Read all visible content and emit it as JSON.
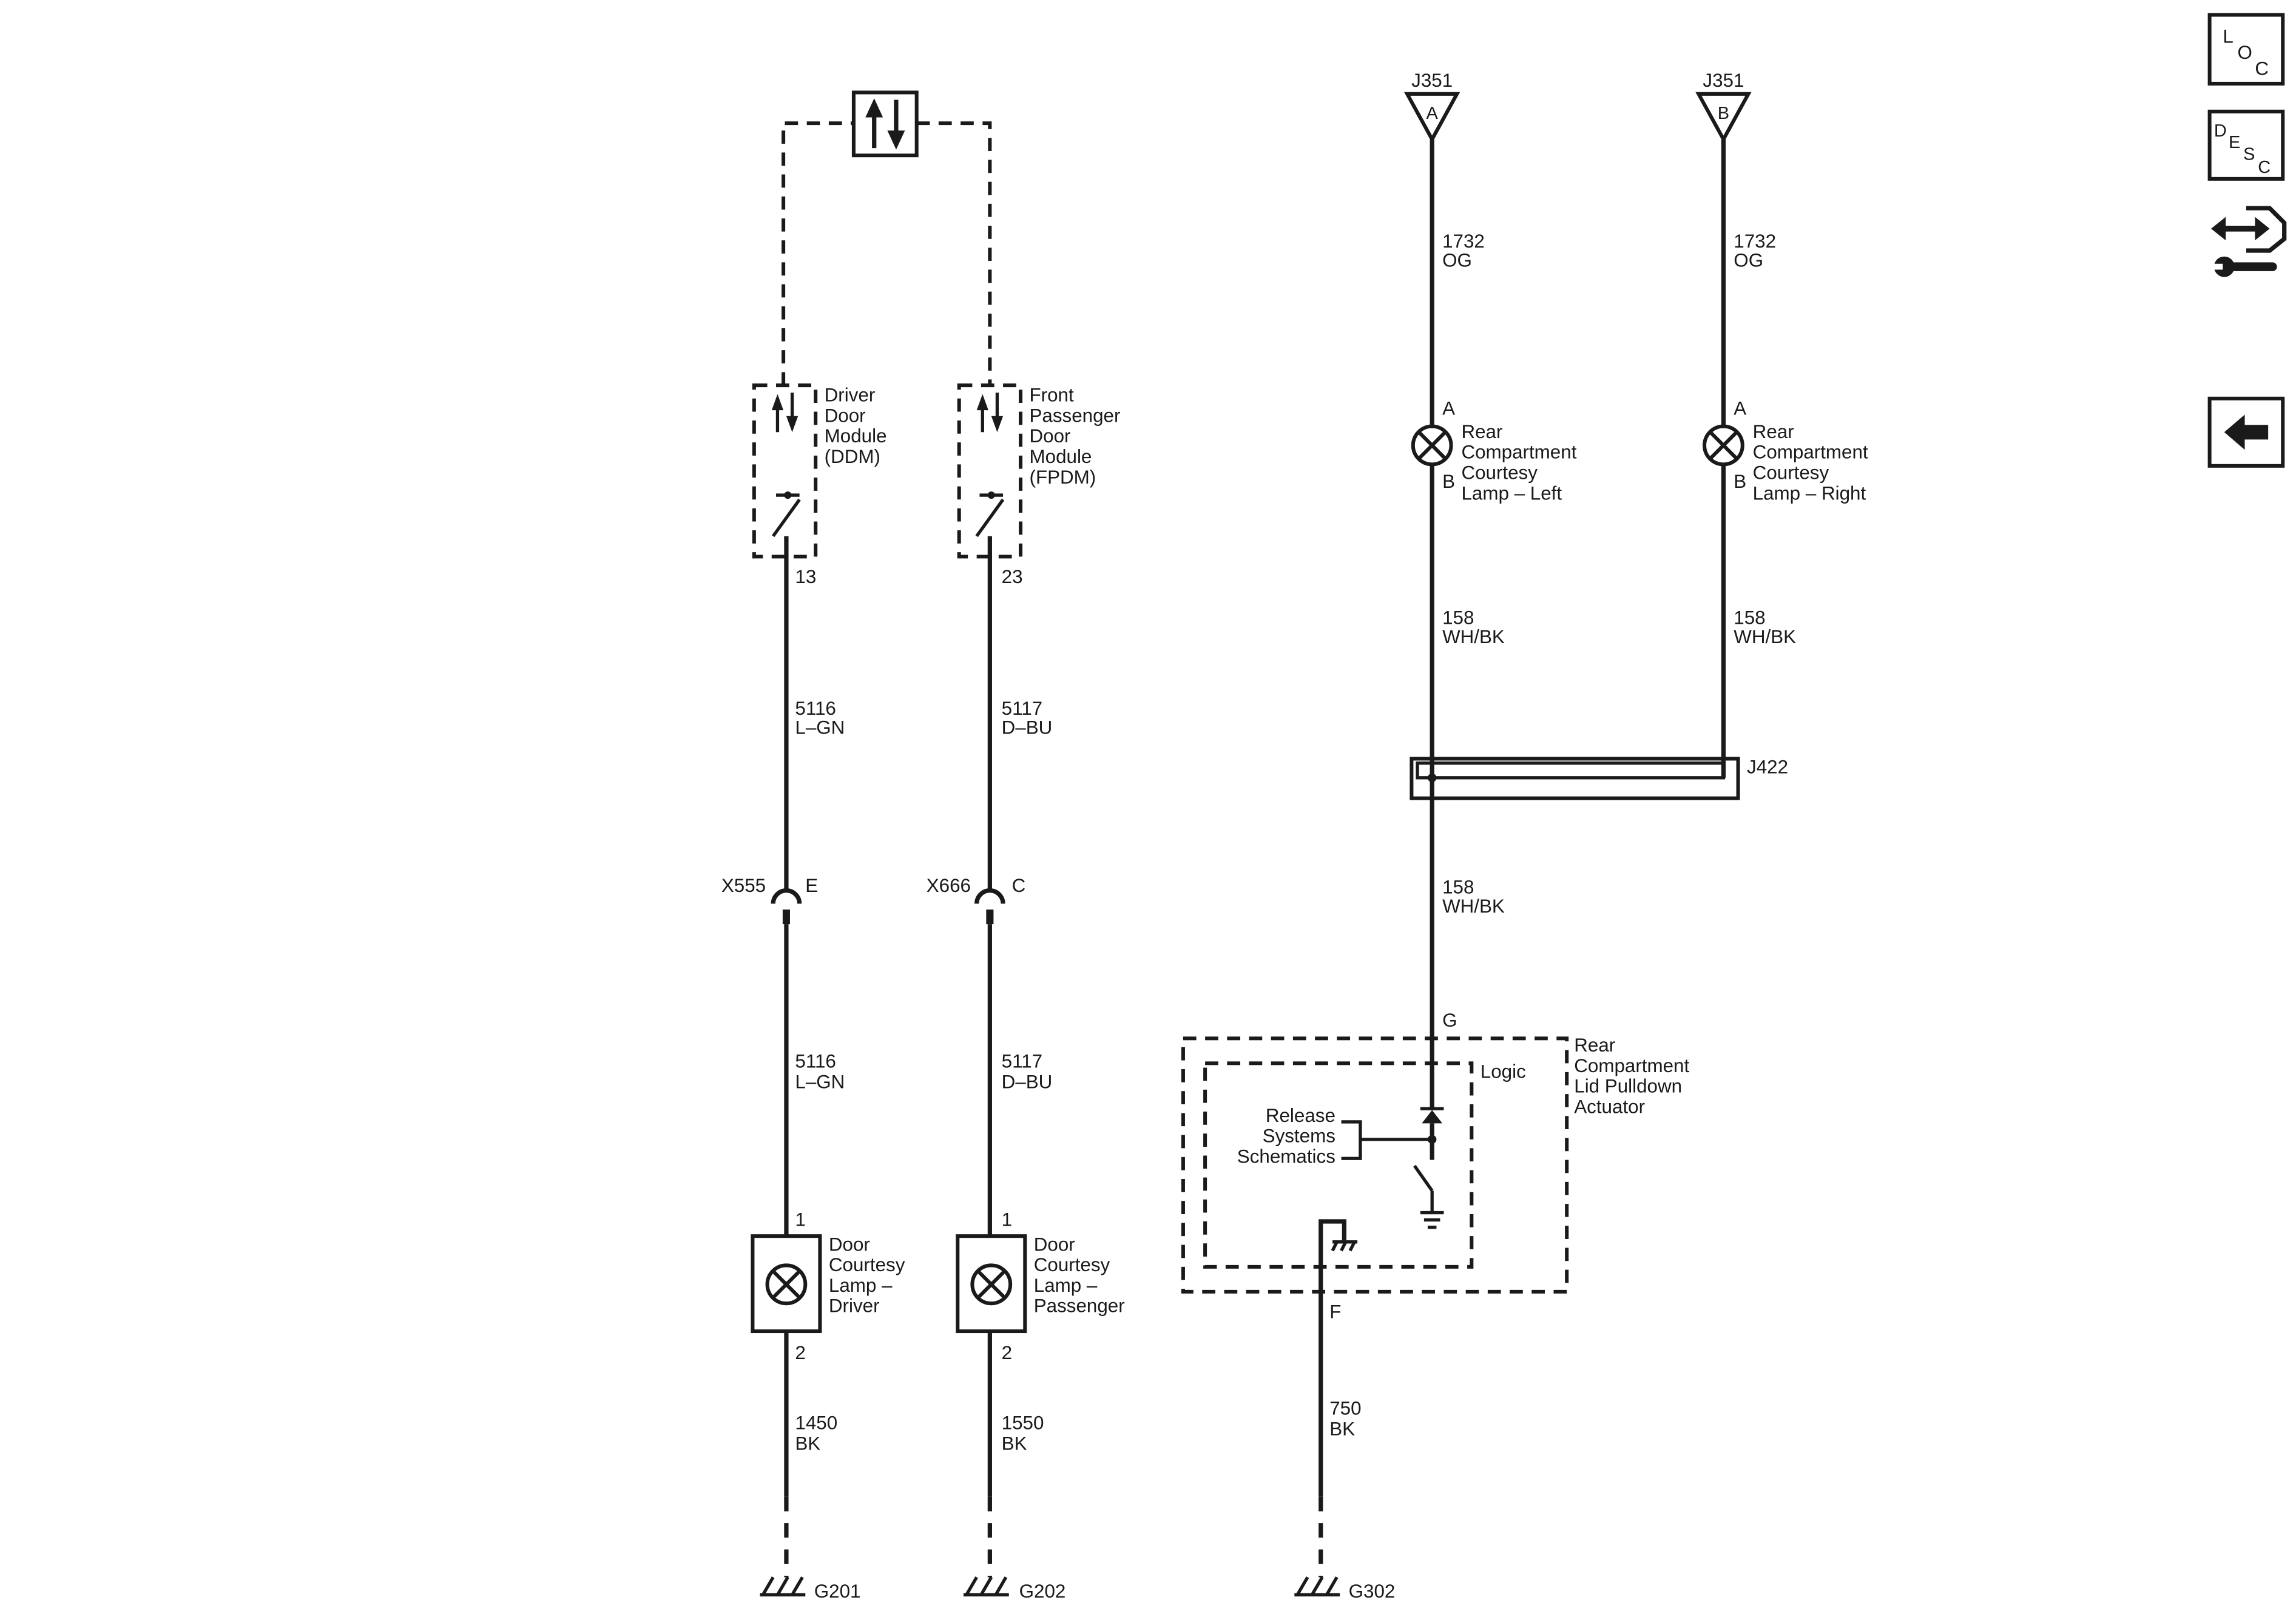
{
  "nav": {
    "loc_letters": [
      "L",
      "O",
      "C"
    ],
    "desc_letters": [
      "D",
      "E",
      "S",
      "C"
    ],
    "icons": {
      "loc": "location-view-icon",
      "desc": "description-view-icon",
      "tools": "connector-repair-tools-icon",
      "back": "back-arrow-icon"
    }
  },
  "serial_data_icon": "bidirectional-data-arrows-icon",
  "ddm": {
    "label": [
      "Driver",
      "Door",
      "Module",
      "(DDM)"
    ],
    "pin": "13"
  },
  "fpdm": {
    "label": [
      "Front",
      "Passenger",
      "Door",
      "Module",
      "(FPDM)"
    ],
    "pin": "23"
  },
  "circuits": {
    "driver_upper": {
      "number": "5116",
      "color": "L–GN"
    },
    "driver_lower": {
      "number": "5116",
      "color": "L–GN"
    },
    "passenger_upper": {
      "number": "5117",
      "color": "D–BU"
    },
    "passenger_lower": {
      "number": "5117",
      "color": "D–BU"
    },
    "driver_ground": {
      "number": "1450",
      "color": "BK"
    },
    "passenger_ground": {
      "number": "1550",
      "color": "BK"
    },
    "left_feed": {
      "number": "1732",
      "color": "OG"
    },
    "right_feed": {
      "number": "1732",
      "color": "OG"
    },
    "left_return": {
      "number": "158",
      "color": "WH/BK"
    },
    "right_return": {
      "number": "158",
      "color": "WH/BK"
    },
    "splice_out": {
      "number": "158",
      "color": "WH/BK"
    },
    "actuator_ground": {
      "number": "750",
      "color": "BK"
    }
  },
  "connectors": {
    "x555": {
      "name": "X555",
      "terminal": "E"
    },
    "x666": {
      "name": "X666",
      "terminal": "C"
    }
  },
  "driver_lamp": {
    "pin_in": "1",
    "label": [
      "Door",
      "Courtesy",
      "Lamp –",
      "Driver"
    ],
    "pin_out": "2"
  },
  "passenger_lamp": {
    "pin_in": "1",
    "label": [
      "Door",
      "Courtesy",
      "Lamp –",
      "Passenger"
    ],
    "pin_out": "2"
  },
  "left_lamp": {
    "pin_in": "A",
    "label": [
      "Rear",
      "Compartment",
      "Courtesy",
      "Lamp – Left"
    ],
    "pin_out": "B"
  },
  "right_lamp": {
    "pin_in": "A",
    "label": [
      "Rear",
      "Compartment",
      "Courtesy",
      "Lamp – Right"
    ],
    "pin_out": "B"
  },
  "j351_a": {
    "name": "J351",
    "terminal": "A"
  },
  "j351_b": {
    "name": "J351",
    "terminal": "B"
  },
  "splice": {
    "name": "J422"
  },
  "actuator": {
    "pin_in": "G",
    "label": [
      "Rear",
      "Compartment",
      "Lid Pulldown",
      "Actuator"
    ],
    "logic_label": "Logic",
    "reference": [
      "Release",
      "Systems",
      "Schematics"
    ],
    "pin_ground": "F"
  },
  "grounds": {
    "driver": "G201",
    "passenger": "G202",
    "actuator": "G302"
  },
  "colors": {
    "ink": "#1a1a1a",
    "background": "#ffffff"
  }
}
